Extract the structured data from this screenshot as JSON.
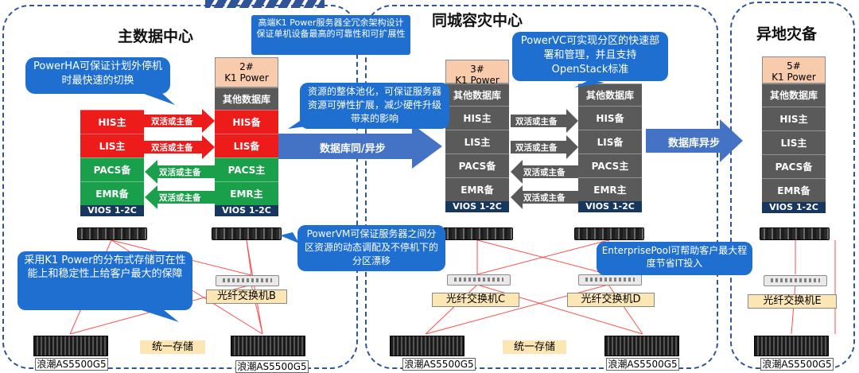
{
  "regions": {
    "main": "主数据中心",
    "local": "同城容灾中心",
    "remote": "异地灾备"
  },
  "columns": {
    "main_left": {
      "vios": "VIOS 1-2C",
      "rows": [
        "HIS主",
        "LIS主",
        "PACS备",
        "EMR备"
      ]
    },
    "main_right": {
      "head1": "2#",
      "head2": "K1 Power",
      "other": "其他数据库",
      "rows": [
        "HIS备",
        "LIS备",
        "PACS主",
        "EMR主"
      ],
      "vios": "VIOS 1-2C"
    },
    "local_left": {
      "head1": "3#",
      "head2": "K1 Power",
      "other": "其他数据库",
      "rows": [
        "HIS主",
        "LIS主",
        "PACS备",
        "EMR备"
      ],
      "vios": "VIOS 1-2C"
    },
    "local_right": {
      "other": "其他数据库",
      "rows": [
        "HIS备",
        "LIS备",
        "PACS主",
        "EMR主"
      ],
      "vios": "VIOS 1-2C"
    },
    "remote": {
      "head1": "5#",
      "head2": "K1 Power",
      "other": "其他数据库",
      "rows": [
        "HIS主",
        "LIS主",
        "PACS备",
        "EMR备"
      ],
      "vios": "VIOS 1-2C"
    }
  },
  "arrow_label": "双活或主备",
  "sync": {
    "main_to_local": "数据库同/异步",
    "local_to_remote": "数据库异步"
  },
  "switches": {
    "b": "光纤交换机B",
    "c": "光纤交换机C",
    "d": "光纤交换机D",
    "e": "光纤交换机E"
  },
  "storage_label": "浪潮AS5500G5",
  "unified_storage": "统一存储",
  "callouts": {
    "k1_top": "高端K1 Power服务器全冗余架构设计保证单机设备最高的可靠性和可扩展性",
    "powerha": "PowerHA可保证计划外停机时最快速的切换",
    "pooling": "资源的整体池化，可保证服务器资源可弹性扩展，减少硬件升级带来的影响",
    "powervc": "PowerVC可实现分区的快速部署和管理，并且支持OpenStack标准",
    "powervm": "PowerVM可保证服务器之间分区资源的动态调配及不停机下的分区漂移",
    "distributed": "采用K1 Power的分布式存储可在性能上和稳定性上给客户最大的保障",
    "enterprisepool": "EnterprisePool可帮助客户最大程度节省IT投入"
  },
  "colors": {
    "primary": "#ee1b1b",
    "standby_green": "#1aa04a",
    "gray": "#5a5a5a",
    "navy": "#17375e",
    "callout_blue": "#1f6fd1",
    "sync_blue": "#4472c4",
    "region_border": "#2f5597"
  }
}
